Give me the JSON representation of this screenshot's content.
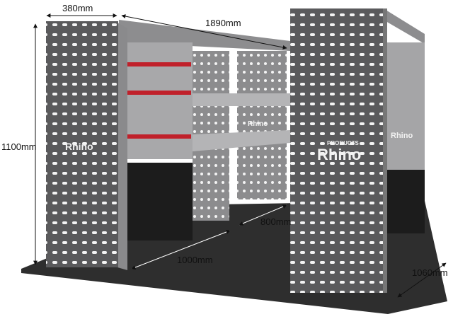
{
  "dimensions": {
    "end_panel_depth": "380mm",
    "overall_length": "1890mm",
    "height": "1100mm",
    "section_width": "800mm",
    "section_length": "1000mm",
    "floor_depth": "1060mm"
  },
  "logo": {
    "brand": "Rhino",
    "tagline": "PRODUCTS"
  },
  "colors": {
    "panel": "#5c5c5e",
    "panel_dark": "#4a4a4c",
    "shelf": "#9a9a9c",
    "floor": "#2e2e2e",
    "drawer_handle": "#c0202a"
  }
}
